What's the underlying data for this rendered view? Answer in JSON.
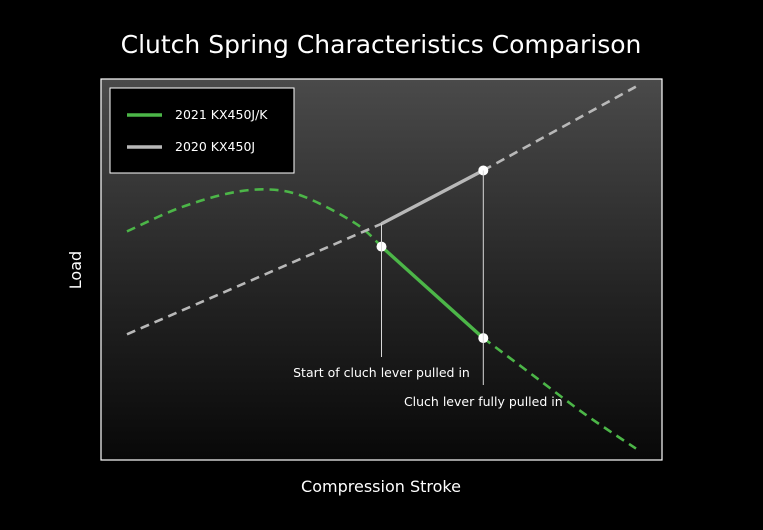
{
  "chart_data": {
    "type": "line",
    "title": "Clutch Spring Characteristics Comparison",
    "xlabel": "Compression Stroke",
    "ylabel": "Load",
    "xlim": [
      0,
      100
    ],
    "ylim": [
      0,
      100
    ],
    "grid": false,
    "legend_position": "top-left",
    "series": [
      {
        "name": "2021 KX450J/K",
        "color": "#4cb648",
        "style": "dashed-outside-range",
        "x": [
          0,
          10,
          20,
          28,
          35,
          45,
          50,
          60,
          70,
          80,
          90,
          100
        ],
        "y": [
          60,
          66,
          70,
          71,
          69,
          62,
          56,
          44,
          32,
          22,
          12,
          3
        ]
      },
      {
        "name": "2020 KX450J",
        "color": "#b8b8b8",
        "style": "dashed-outside-range",
        "x": [
          0,
          50,
          70,
          100
        ],
        "y": [
          33,
          62,
          76,
          98
        ]
      }
    ],
    "active_range": [
      50,
      70
    ],
    "annotations": [
      {
        "x": 50,
        "label": "Start of cluch lever pulled in"
      },
      {
        "x": 70,
        "label": "Cluch lever fully pulled in"
      }
    ]
  }
}
